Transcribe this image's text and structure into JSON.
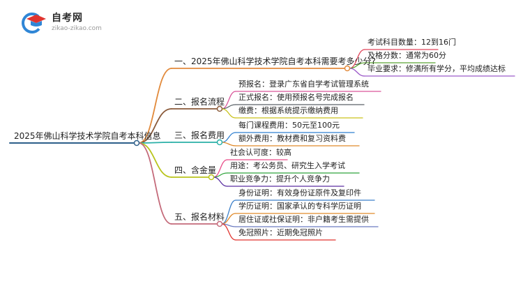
{
  "logo": {
    "title": "自考网",
    "url": "zikao-zikao.com",
    "icon": "graduation-cap-icon"
  },
  "root": {
    "label": "2025年佛山科学技术学院自考本科信息",
    "color": "#2d5f8a"
  },
  "branches": [
    {
      "label": "一、2025年佛山科学技术学院自考本科需要考多少分?",
      "color": "#e28a3b",
      "leaves": [
        {
          "label": "考试科目数量：12到16门",
          "color": "#e0455a"
        },
        {
          "label": "及格分数：通常为60分",
          "color": "#5aa534"
        },
        {
          "label": "毕业要求：修满所有学分，平均成绩达标",
          "color": "#9c5ac9"
        }
      ]
    },
    {
      "label": "二、报名流程",
      "color": "#8a5a3a",
      "leaves": [
        {
          "label": "预报名：登录广东省自学考试管理系统",
          "color": "#d9569a"
        },
        {
          "label": "正式报名：使用预报名号完成报名",
          "color": "#5a6268"
        },
        {
          "label": "缴费：根据系统提示缴纳费用",
          "color": "#c9c21a"
        }
      ]
    },
    {
      "label": "三、报名费用",
      "color": "#2ab0a8",
      "leaves": [
        {
          "label": "每门课程费用：50元至100元",
          "color": "#2f7fd0"
        },
        {
          "label": "额外费用：教材费和复习资料费",
          "color": "#e08a2a"
        }
      ]
    },
    {
      "label": "四、含金量",
      "color": "#b9c41c",
      "leaves": [
        {
          "label": "社会认可度：较高",
          "color": "#e94e8a"
        },
        {
          "label": "用途：考公务员、研究生入学考试",
          "color": "#2fa43c"
        },
        {
          "label": "职业竞争力：提升个人竞争力",
          "color": "#5a2fa0"
        }
      ]
    },
    {
      "label": "五、报名材料",
      "color": "#c46a7a",
      "leaves": [
        {
          "label": "身份证明：有效身份证原件及复印件",
          "color": "#3b7fc9"
        },
        {
          "label": "学历证明：国家承认的专科学历证明",
          "color": "#e08a2a"
        },
        {
          "label": "居住证或社保证明：非户籍考生需提供",
          "color": "#6a7ac0"
        },
        {
          "label": "免冠照片：近期免冠照片",
          "color": "#e0342f"
        }
      ]
    }
  ]
}
